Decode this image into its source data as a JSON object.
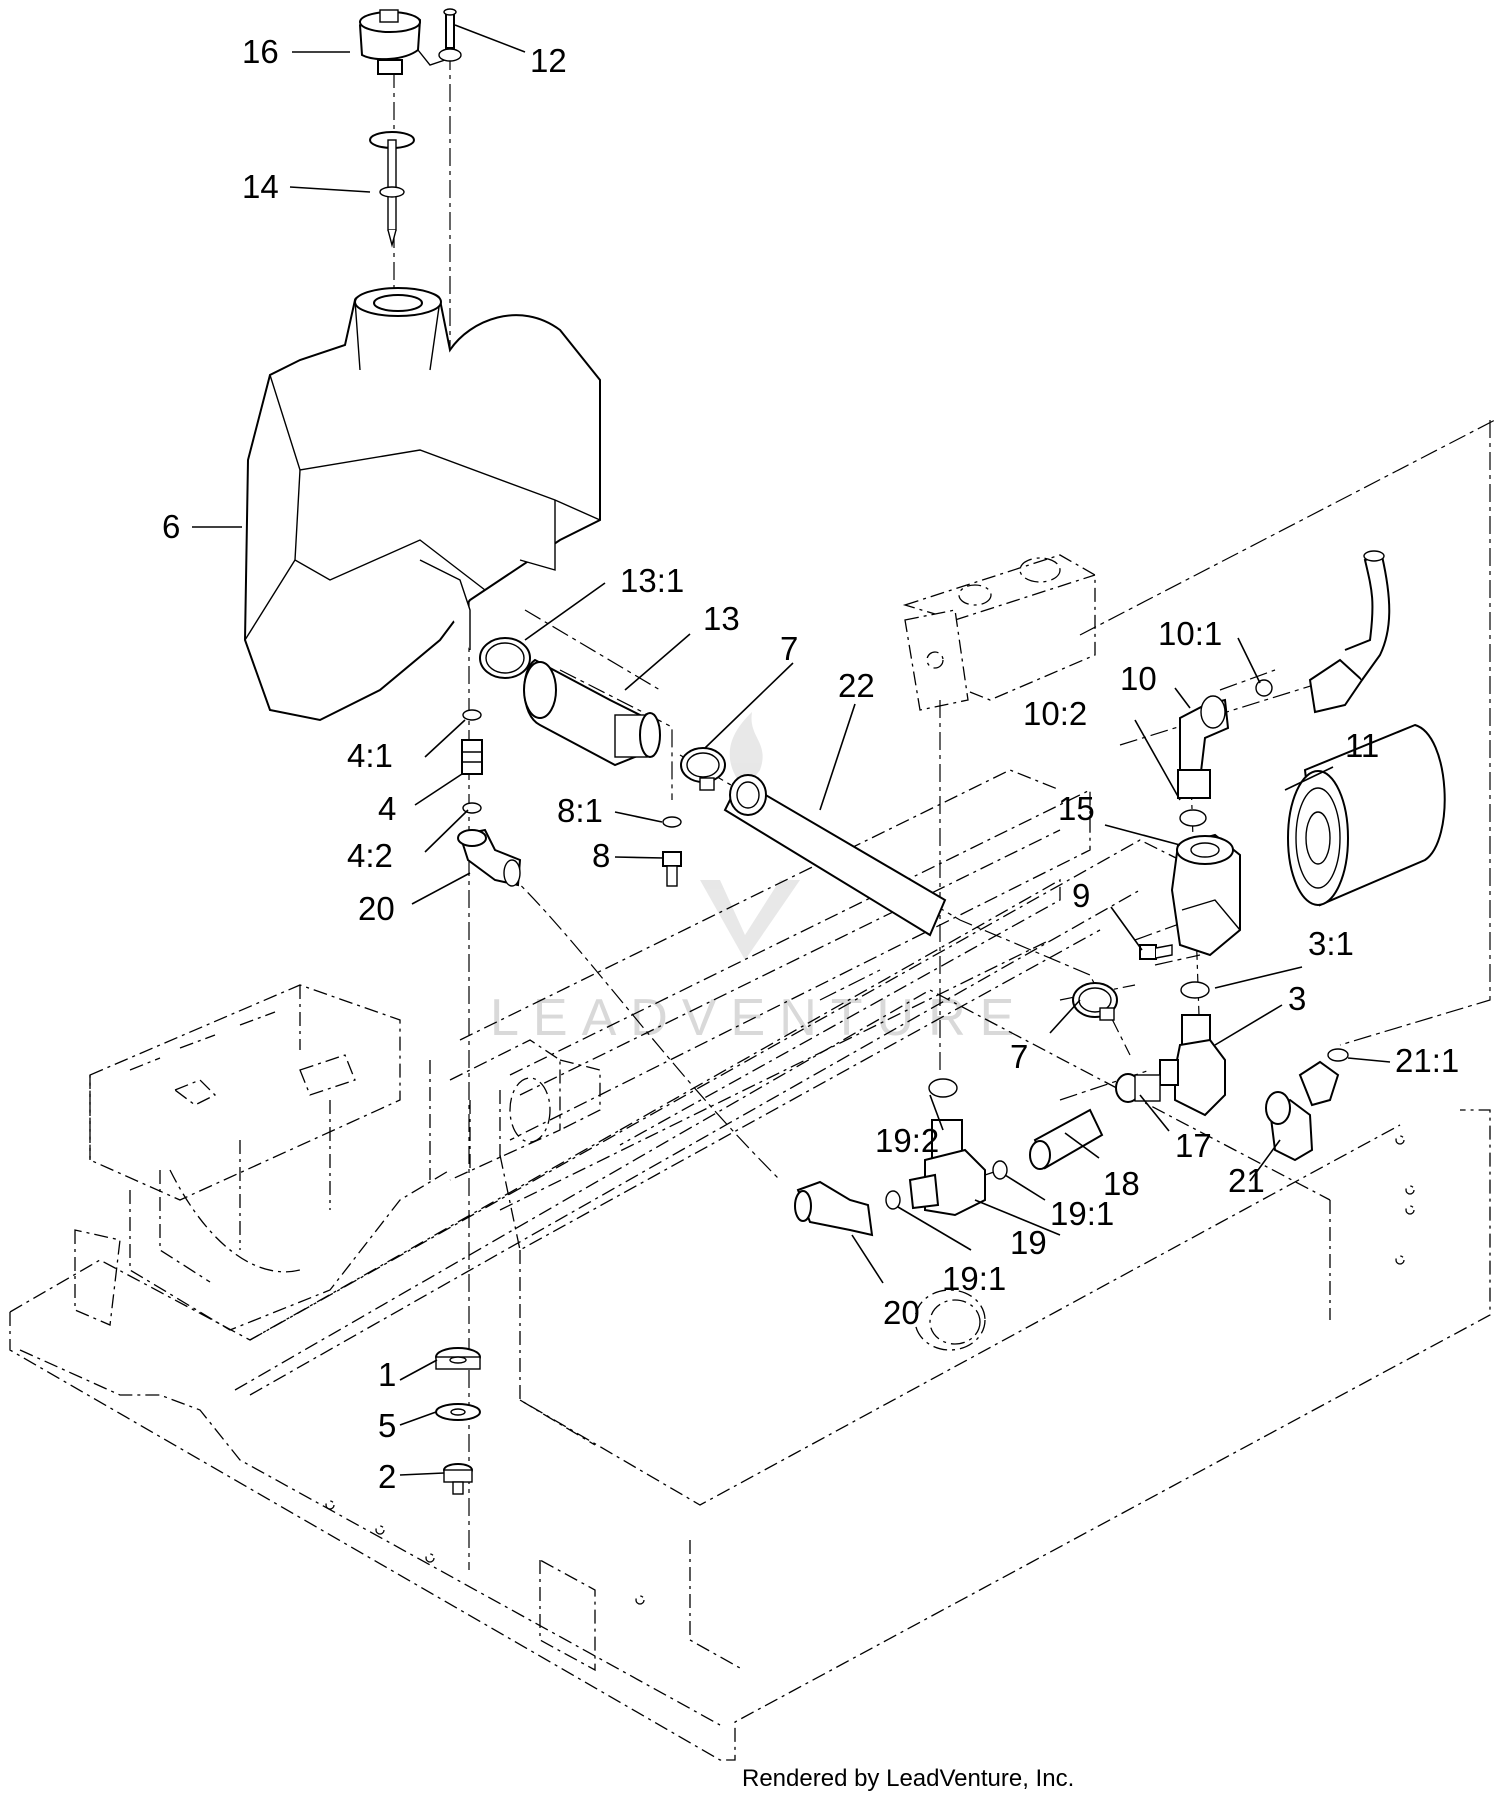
{
  "callouts": {
    "c16": "16",
    "c12": "12",
    "c14": "14",
    "c6": "6",
    "c13_1": "13:1",
    "c13": "13",
    "c7a": "7",
    "c22": "22",
    "c4_1": "4:1",
    "c4": "4",
    "c4_2": "4:2",
    "c20a": "20",
    "c8_1": "8:1",
    "c8": "8",
    "c10_1": "10:1",
    "c10": "10",
    "c10_2": "10:2",
    "c11": "11",
    "c15": "15",
    "c9": "9",
    "c3_1": "3:1",
    "c3": "3",
    "c7b": "7",
    "c21_1": "21:1",
    "c19_2": "19:2",
    "c17": "17",
    "c18": "18",
    "c21": "21",
    "c19_1a": "19:1",
    "c19": "19",
    "c19_1b": "19:1",
    "c20b": "20",
    "c1": "1",
    "c5": "5",
    "c2": "2"
  },
  "watermark": {
    "text": "LEADVENTURE"
  },
  "footer": {
    "credit": "Rendered by LeadVenture, Inc."
  }
}
